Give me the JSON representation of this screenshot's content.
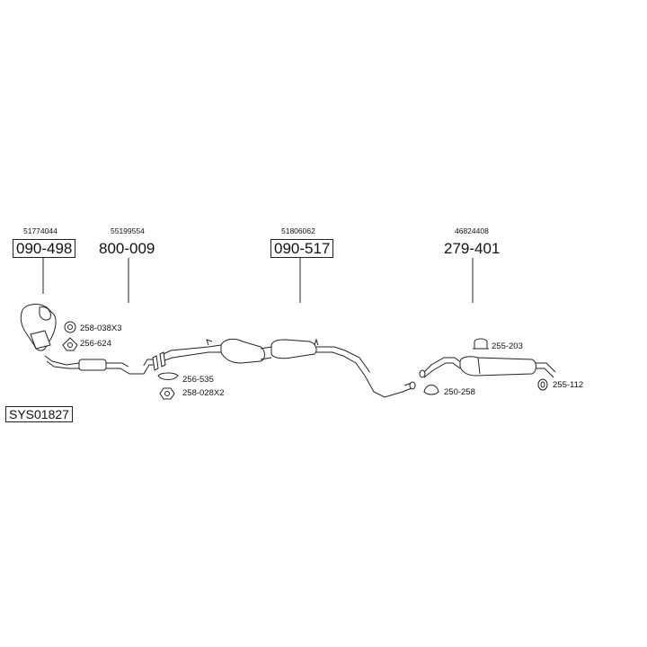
{
  "system_code": "SYS01827",
  "parts": [
    {
      "oem": "51774044",
      "part_number": "090-498",
      "boxed": true
    },
    {
      "oem": "55199554",
      "part_number": "800-009",
      "boxed": false
    },
    {
      "oem": "51806062",
      "part_number": "090-517",
      "boxed": true
    },
    {
      "oem": "46824408",
      "part_number": "279-401",
      "boxed": false
    }
  ],
  "hardware": [
    {
      "part_number": "258-038X3"
    },
    {
      "part_number": "256-624"
    },
    {
      "part_number": "256-535"
    },
    {
      "part_number": "258-028X2"
    },
    {
      "part_number": "255-203"
    },
    {
      "part_number": "250-258"
    },
    {
      "part_number": "255-112"
    }
  ]
}
